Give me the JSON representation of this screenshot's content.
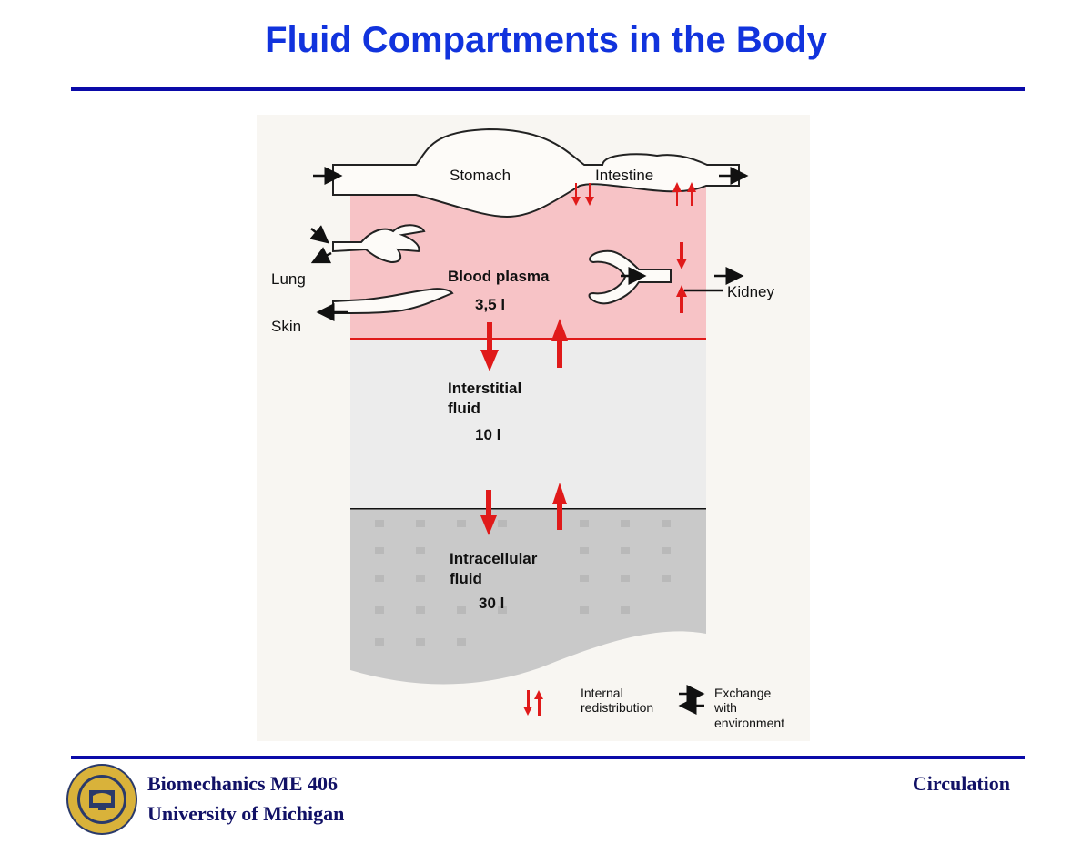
{
  "title": "Fluid Compartments in the Body",
  "diagram": {
    "stomach": "Stomach",
    "intestine": "Intestine",
    "lung": "Lung",
    "skin": "Skin",
    "kidney": "Kidney",
    "blood_plasma": {
      "name": "Blood plasma",
      "volume": "3,5 l"
    },
    "interstitial": {
      "name_line1": "Interstitial",
      "name_line2": "fluid",
      "volume": "10 l"
    },
    "intracellular": {
      "name_line1": "Intracellular",
      "name_line2": "fluid",
      "volume": "30 l"
    },
    "legend": {
      "internal_line1": "Internal",
      "internal_line2": "redistribution",
      "exchange_line1": "Exchange",
      "exchange_line2": "with",
      "exchange_line3": "environment"
    }
  },
  "footer": {
    "course": "Biomechanics ME 406",
    "university": "University of Michigan",
    "topic": "Circulation"
  },
  "colors": {
    "title": "#1133dd",
    "rule": "#0a0aa8",
    "plasma": "#f7c3c6",
    "interstitial": "#ececec",
    "intracellular": "#c9c9c9",
    "arrow_red": "#e01a1a"
  }
}
